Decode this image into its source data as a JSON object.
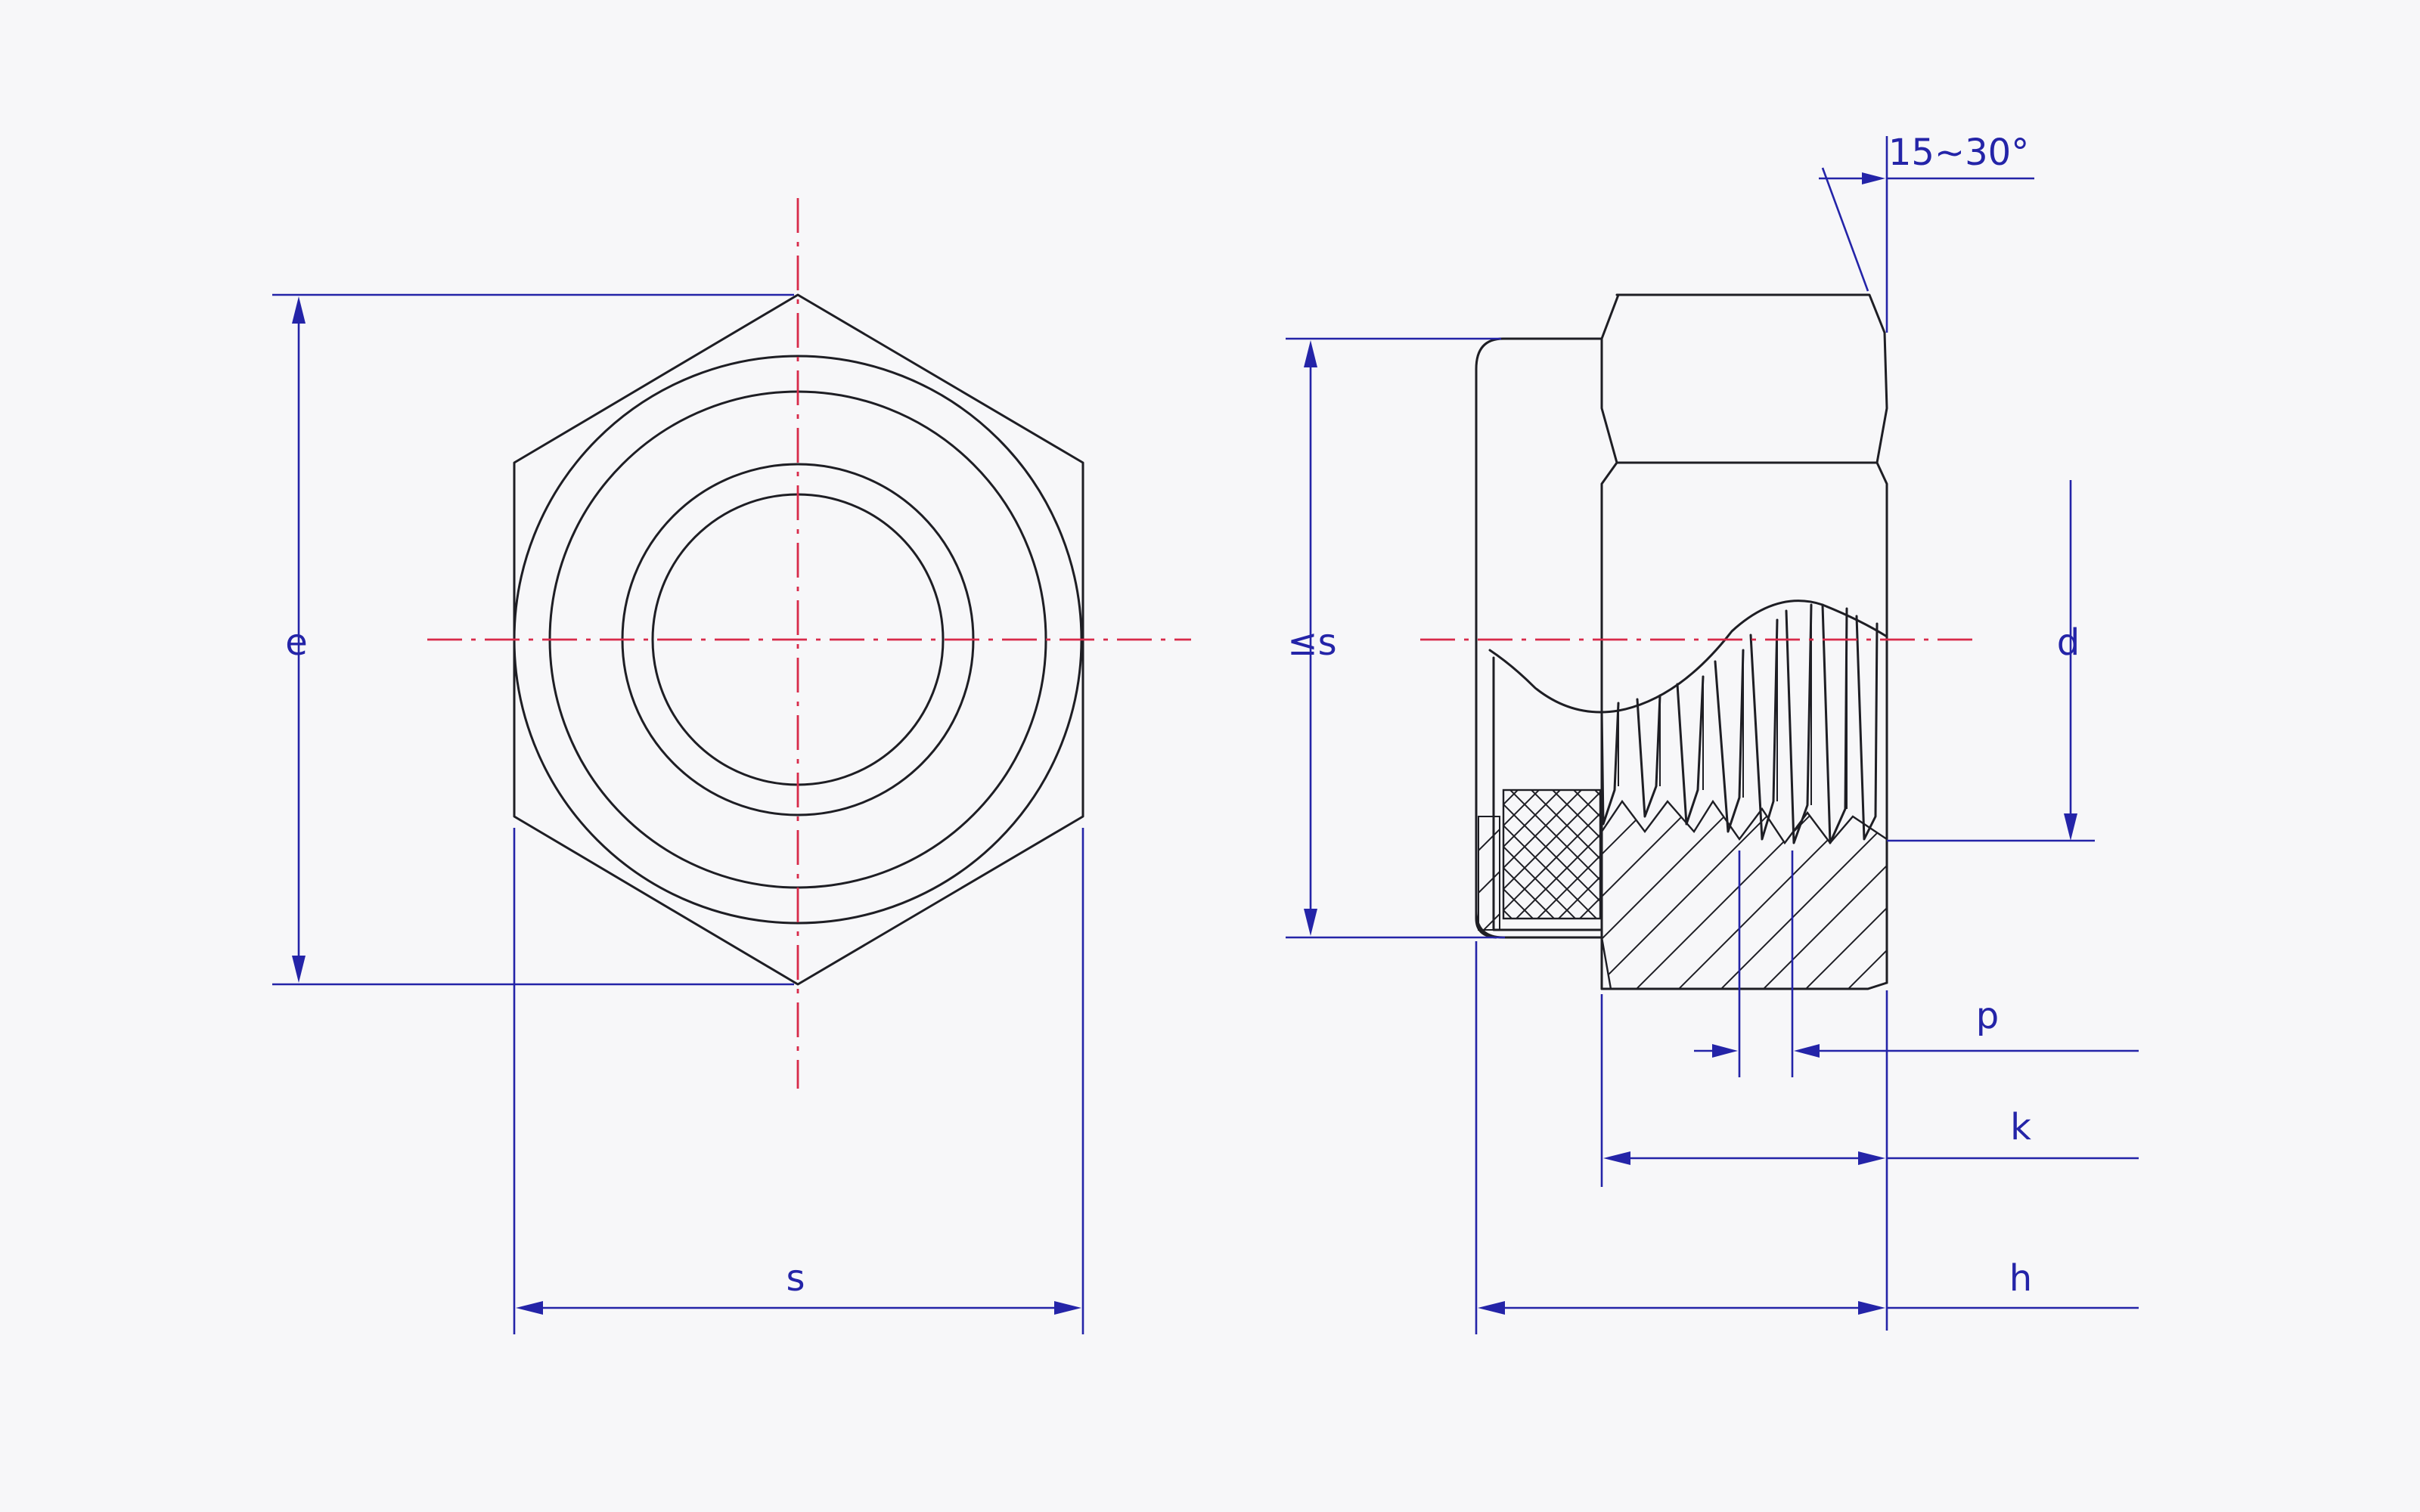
{
  "labels": {
    "e": "e",
    "s_front": "s",
    "s_max": "≤s",
    "d": "d",
    "p": "p",
    "k": "k",
    "h": "h",
    "angle": "15~30°"
  },
  "colors": {
    "object_line": "#1e1e24",
    "dimension_line": "#2424a8",
    "center_line": "#d82a4a",
    "background": "#f7f7f9"
  }
}
